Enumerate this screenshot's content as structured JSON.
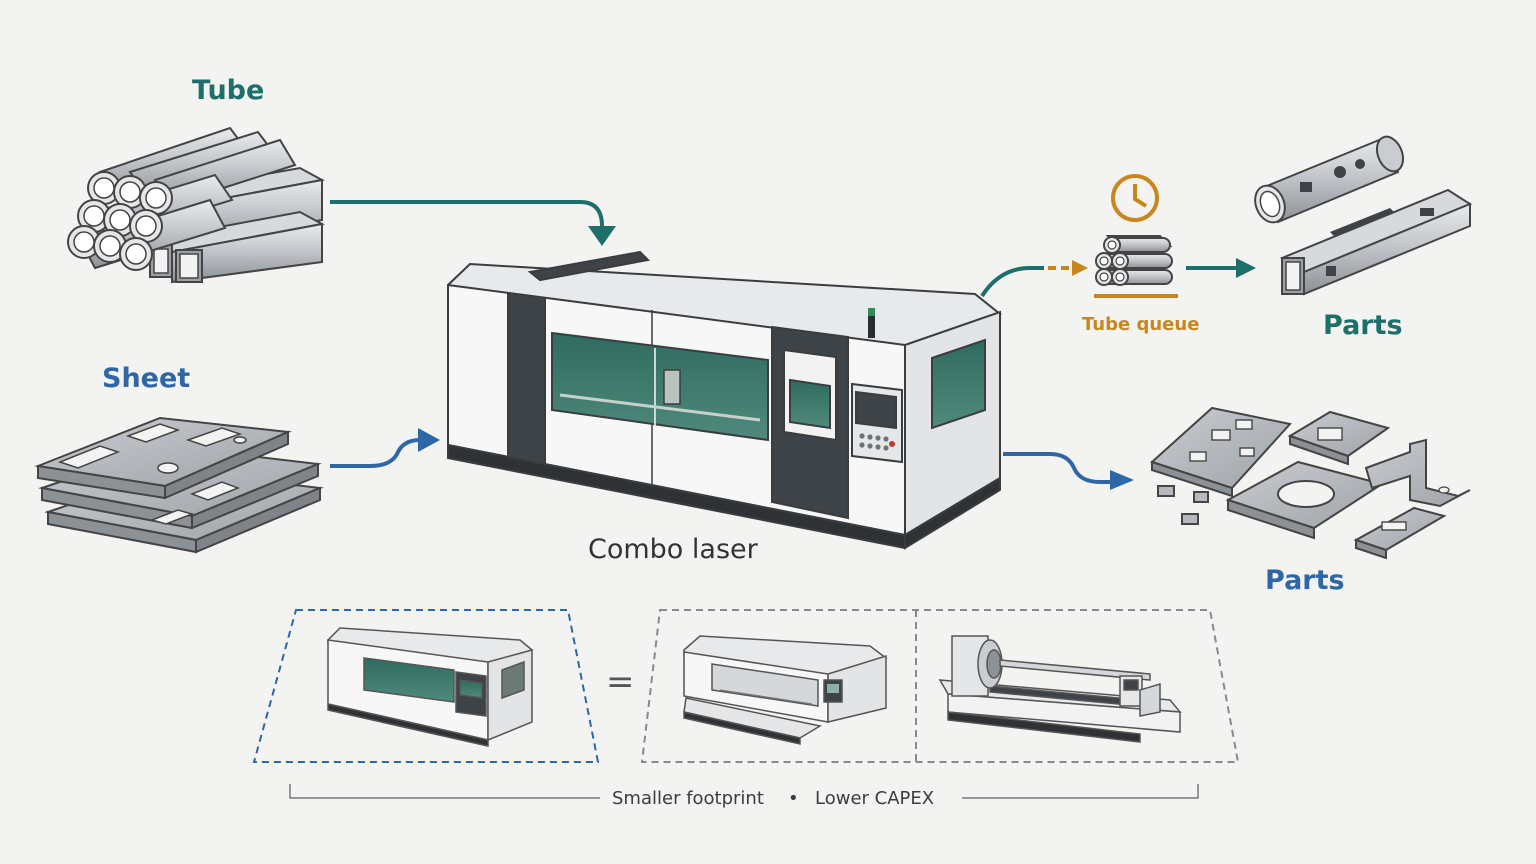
{
  "labels": {
    "tube": "Tube",
    "sheet": "Sheet",
    "machine": "Combo laser",
    "tube_queue": "Tube queue",
    "parts_tube": "Parts",
    "parts_sheet": "Parts",
    "equals": "=",
    "footnote_left": "Smaller footprint",
    "footnote_sep": "•",
    "footnote_right": "Lower CAPEX"
  },
  "colors": {
    "teal": "#1e6f6a",
    "blue": "#2e66a6",
    "orange": "#c8871e",
    "glass": "#2f6b5e",
    "dark_panel": "#3e4347",
    "metal": "#b5b9bd"
  },
  "icons": {
    "queue": "clock-icon"
  }
}
